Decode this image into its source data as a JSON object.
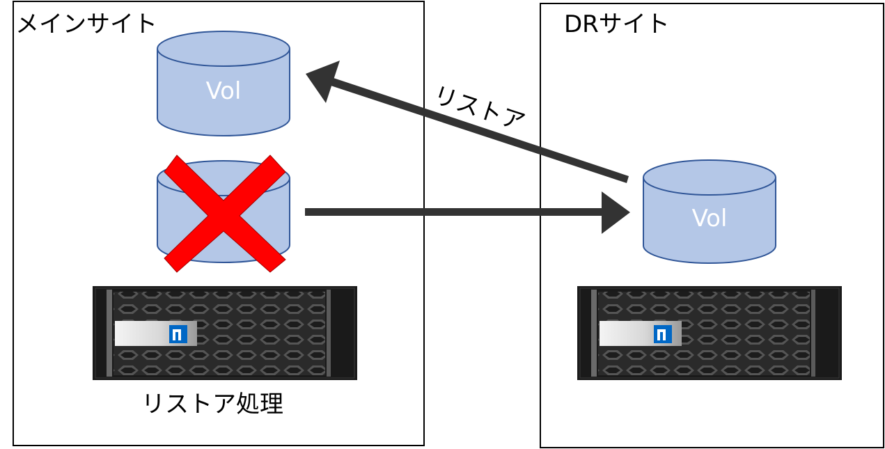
{
  "main_site": {
    "label": "メインサイト",
    "volume_label": "Vol",
    "caption": "リストア処理"
  },
  "dr_site": {
    "label": "DRサイト",
    "volume_label": "Vol"
  },
  "arrows": {
    "restore_label": "リストア"
  },
  "colors": {
    "cylinder_fill": "#b4c7e7",
    "cylinder_stroke": "#2f5597",
    "arrow": "#333333",
    "cross": "#ff0000",
    "storage_body": "#1a1a1a",
    "storage_mesh": "#4a4a4a",
    "badge_blue": "#0067c5"
  },
  "icons": {
    "storage": "storage-array-icon",
    "cross": "cross-icon",
    "volume": "database-cylinder-icon"
  }
}
